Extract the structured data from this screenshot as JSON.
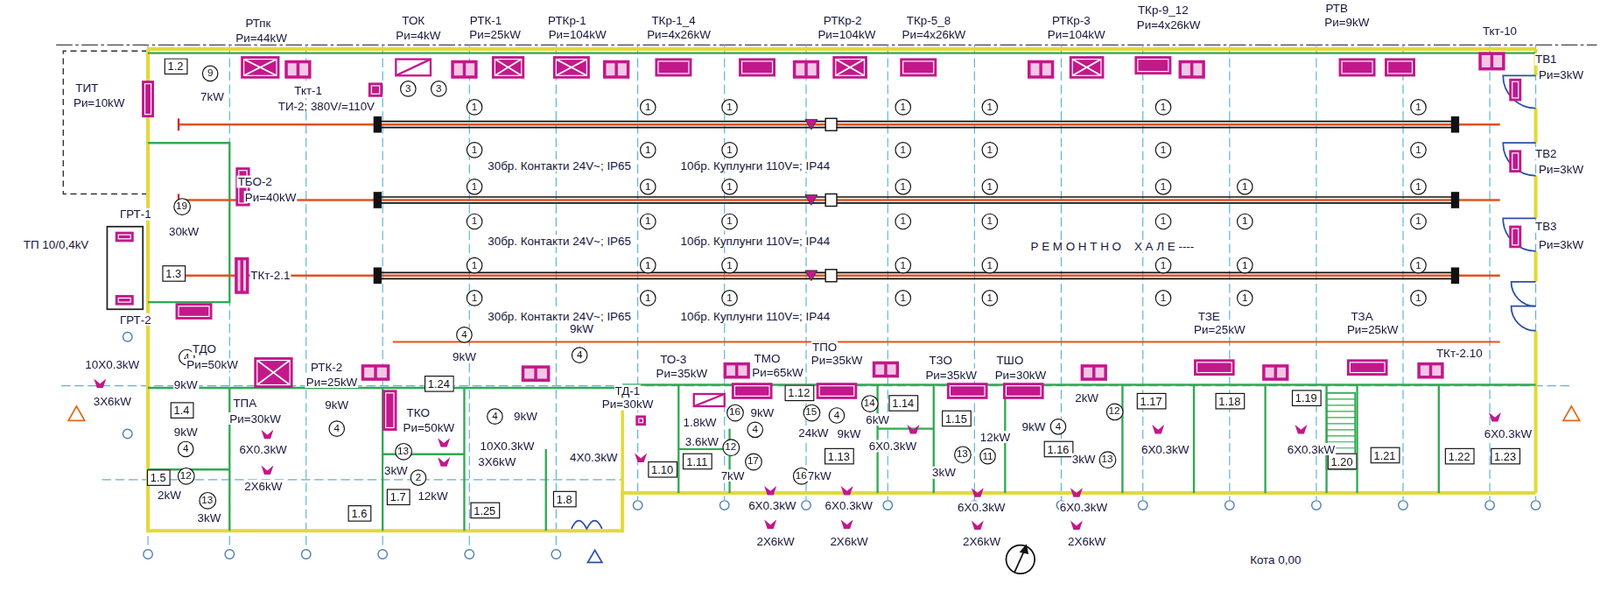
{
  "diagram": {
    "nodes": [
      {
        "text": [
          "1"
        ]
      },
      {
        "text": [
          "1"
        ]
      },
      {
        "text": [
          "1"
        ]
      },
      {
        "text": [
          "1"
        ]
      },
      {
        "text": [
          "1"
        ]
      },
      {
        "text": [
          "1"
        ]
      },
      {
        "text": [
          "1"
        ]
      },
      {
        "text": [
          "1"
        ]
      },
      {
        "text": [
          "1"
        ]
      },
      {
        "text": [
          "1"
        ]
      },
      {
        "text": [
          "1"
        ]
      },
      {
        "text": [
          "1"
        ]
      },
      {
        "text": [
          "1"
        ]
      },
      {
        "text": [
          "1"
        ]
      },
      {
        "text": [
          "1"
        ]
      },
      {
        "text": [
          "1"
        ]
      },
      {
        "text": [
          "1"
        ]
      },
      {
        "text": [
          "1"
        ]
      },
      {
        "text": [
          "1"
        ]
      },
      {
        "text": [
          "1"
        ]
      },
      {
        "text": [
          "1"
        ]
      },
      {
        "text": [
          "1"
        ]
      },
      {
        "text": [
          "1"
        ]
      },
      {
        "text": [
          "1"
        ]
      },
      {
        "text": [
          "1"
        ]
      },
      {
        "text": [
          "1"
        ]
      },
      {
        "text": [
          "1"
        ]
      },
      {
        "text": [
          "1"
        ]
      },
      {
        "text": [
          "1"
        ]
      },
      {
        "text": [
          "1"
        ]
      },
      {
        "text": [
          "1"
        ]
      },
      {
        "text": [
          "1"
        ]
      },
      {
        "text": [
          "1"
        ]
      },
      {
        "text": [
          "1"
        ]
      },
      {
        "text": [
          "1"
        ]
      },
      {
        "text": [
          "1"
        ]
      },
      {
        "text": [
          "1"
        ]
      },
      {
        "text": [
          "1"
        ]
      },
      {
        "text": [
          "1"
        ]
      },
      {
        "text": [
          "1"
        ]
      },
      {
        "text": [
          "1"
        ]
      },
      {
        "text": [
          "1"
        ]
      },
      {
        "text": [
          "1"
        ]
      },
      {
        "text": [
          "1"
        ]
      },
      {
        "text": [
          "1"
        ]
      },
      {
        "text": [
          "1"
        ]
      },
      {
        "text": [
          "9"
        ]
      },
      {
        "text": [
          "3"
        ]
      },
      {
        "text": [
          "3"
        ]
      },
      {
        "text": [
          "19"
        ]
      },
      {
        "text": [
          "4"
        ]
      },
      {
        "text": [
          "4"
        ]
      },
      {
        "text": [
          "12"
        ]
      },
      {
        "text": [
          "13"
        ]
      },
      {
        "text": [
          "4"
        ]
      },
      {
        "text": [
          "13"
        ]
      },
      {
        "text": [
          "2"
        ]
      },
      {
        "text": [
          "4"
        ]
      },
      {
        "text": [
          "4"
        ]
      },
      {
        "text": [
          "4"
        ]
      },
      {
        "text": [
          "16"
        ]
      },
      {
        "text": [
          "4"
        ]
      },
      {
        "text": [
          "12"
        ]
      },
      {
        "text": [
          "17"
        ]
      },
      {
        "text": [
          "15"
        ]
      },
      {
        "text": [
          "16"
        ]
      },
      {
        "text": [
          "4"
        ]
      },
      {
        "text": [
          "14"
        ]
      },
      {
        "text": [
          "13"
        ]
      },
      {
        "text": [
          "11"
        ]
      },
      {
        "text": [
          "4"
        ]
      },
      {
        "text": [
          "12"
        ]
      },
      {
        "text": [
          "13"
        ]
      },
      {
        "text": [
          "1.2"
        ]
      },
      {
        "text": [
          "1.3"
        ]
      },
      {
        "text": [
          "1.4"
        ]
      },
      {
        "text": [
          "1.5"
        ]
      },
      {
        "text": [
          "1.24"
        ]
      },
      {
        "text": [
          "1.6"
        ]
      },
      {
        "text": [
          "1.7"
        ]
      },
      {
        "text": [
          "1.25"
        ]
      },
      {
        "text": [
          "1.8"
        ]
      },
      {
        "text": [
          "1.10"
        ]
      },
      {
        "text": [
          "1.11"
        ]
      },
      {
        "text": [
          "1.12"
        ]
      },
      {
        "text": [
          "1.13"
        ]
      },
      {
        "text": [
          "1.14"
        ]
      },
      {
        "text": [
          "1.15"
        ]
      },
      {
        "text": [
          "1.16"
        ]
      },
      {
        "text": [
          "1.17"
        ]
      },
      {
        "text": [
          "1.18"
        ]
      },
      {
        "text": [
          "1.19"
        ]
      },
      {
        "text": [
          "1.20"
        ]
      },
      {
        "text": [
          "1.21"
        ]
      },
      {
        "text": [
          "1.22"
        ]
      },
      {
        "text": [
          "1.23"
        ]
      }
    ],
    "labels": [
      "ТИТ",
      "Ри=10kW",
      "7kW",
      "РТпк",
      "Ри=44kW",
      "Ткт-1",
      "ТИ-2; 380V/=110V",
      "ТОК",
      "Ри=4kW",
      "РТК-1",
      "Ри=25kW",
      "РТКр-1",
      "Ри=104kW",
      "ТКр-1_4",
      "Ри=4x26kW",
      "РТКр-2",
      "Ри=104kW",
      "ТКр-5_8",
      "Ри=4x26kW",
      "РТКр-3",
      "Ри=104kW",
      "ТКр-9_12",
      "Ри=4x26kW",
      "РТВ",
      "Ри=9kW",
      "Ткт-10",
      "ТВ1",
      "Ри=3kW",
      "ТВ2",
      "Ри=3kW",
      "ТВ3",
      "Ри=3kW",
      "ТП 10/0,4kV",
      "ГРТ-1",
      "ГРТ-2",
      "30kW",
      "ТБО-2",
      "Ри=40kW",
      "ТКт-2.1",
      "ТДО",
      "Ри=50kW",
      "9kW",
      "10X0.3kW",
      "3X6kW",
      "9kW",
      "2kW",
      "3kW",
      "ТПА",
      "Ри=30kW",
      "РТК-2",
      "Ри=25kW",
      "9kW",
      "6X0.3kW",
      "2X6kW",
      "ТКО",
      "Ри=50kW",
      "3kW",
      "12kW",
      "9kW",
      "10X0.3kW",
      "3X6kW",
      "9kW",
      "9kW",
      "30бр. Контакти 24V~; IP65",
      "10бр. Куплунги 110V=; IP44",
      "30бр. Контакти 24V~; IP65",
      "10бр. Куплунги 110V=; IP44",
      "30бр. Контакти 24V~; IP65",
      "10бр. Куплунги 110V=; IP44",
      "Р Е М О Н Т Н О    Х А Л Е ----",
      "4X0.3kW",
      "ТО-3",
      "Ри=35kW",
      "ТД-1",
      "Ри=30kW",
      "ТМО",
      "Ри=65kW",
      "ТПО",
      "Ри=35kW",
      "1.8kW",
      "3.6kW",
      "9kW",
      "24kW",
      "7kW",
      "7kW",
      "9kW",
      "6kW",
      "6X0.3kW",
      "ТЗО",
      "Ри=35kW",
      "ТШО",
      "Ри=30kW",
      "12kW",
      "3kW",
      "6X0.3kW",
      "2X6kW",
      "6X0.3kW",
      "2X6kW",
      "6X0.3kW",
      "2X6kW",
      "6X0.3kW",
      "2X6kW",
      "9kW",
      "2kW",
      "3kW",
      "ТЗЕ",
      "Ри=25kW",
      "ТЗА",
      "Ри=25kW",
      "ТКт-2.10",
      "6X0.3kW",
      "6X0.3kW",
      "6X0.3kW",
      "Кота 0,00"
    ]
  }
}
